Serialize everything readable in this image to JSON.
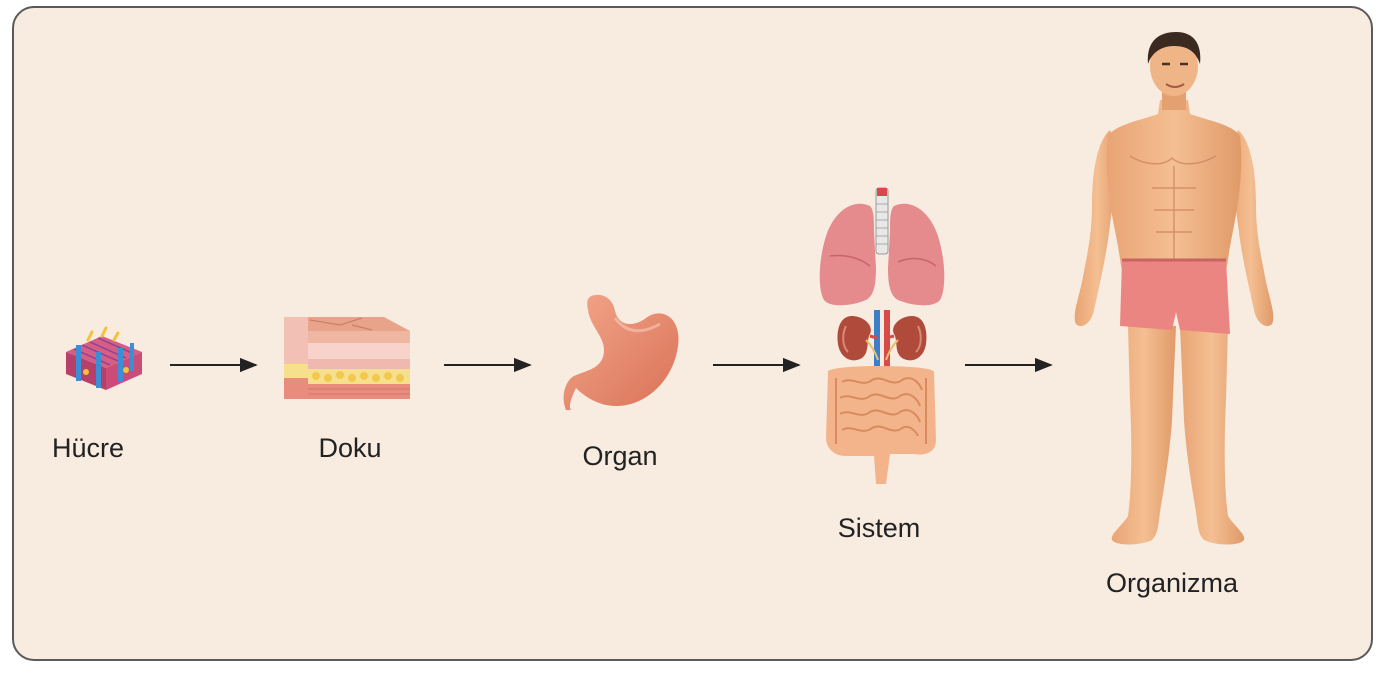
{
  "stages": [
    {
      "label": "Hücre",
      "icon": "cell-icon"
    },
    {
      "label": "Doku",
      "icon": "tissue-icon"
    },
    {
      "label": "Organ",
      "icon": "stomach-icon"
    },
    {
      "label": "Sistem",
      "icon": "organ-system-icon"
    },
    {
      "label": "Organizma",
      "icon": "human-body-icon"
    }
  ],
  "colors": {
    "panel_background": "#f8ebe0",
    "panel_border": "#5a5a5a",
    "arrow": "#222222",
    "label_text": "#222222"
  }
}
